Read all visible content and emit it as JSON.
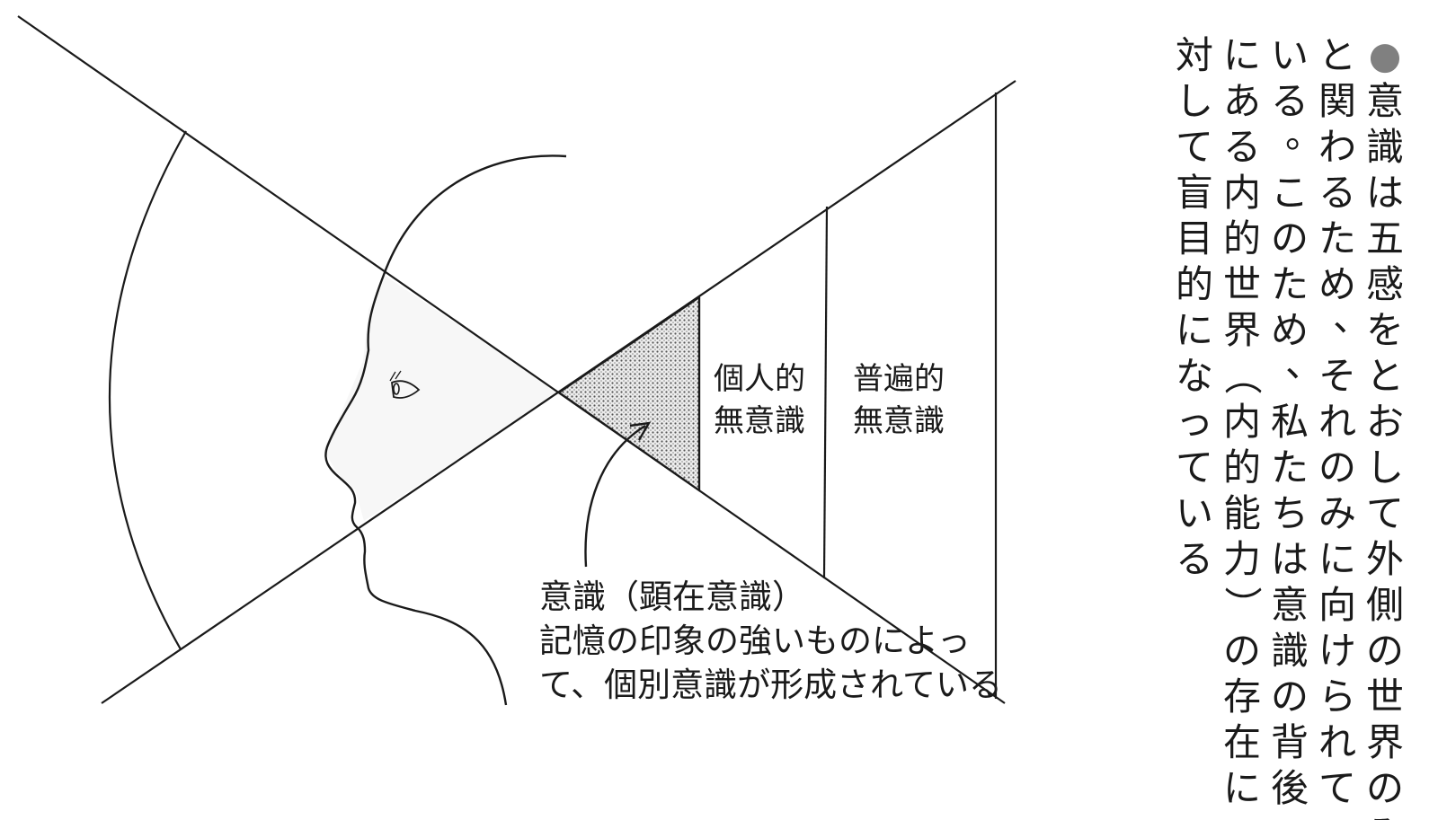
{
  "diagram": {
    "labels": {
      "personal_unconscious_line1": "個人的",
      "personal_unconscious_line2": "無意識",
      "collective_unconscious_line1": "普遍的",
      "collective_unconscious_line2": "無意識",
      "consciousness_title": "意識（顕在意識）",
      "consciousness_desc_line1": "記憶の印象の強いものによっ",
      "consciousness_desc_line2": "て、個別意識が形成されている"
    },
    "colors": {
      "line": "#1a1a1a",
      "face_fill": "#f7f7f7",
      "hatch": "#555555"
    }
  },
  "side_text": {
    "bullet": "●",
    "columns": [
      "意識は五感をとおして外側の世界のみ",
      "と関わるため、それのみに向けられて",
      "いる。このため、私たちは意識の背後",
      "にある内的世界（内的能力）の存在に",
      "対して盲目的になっている"
    ]
  }
}
